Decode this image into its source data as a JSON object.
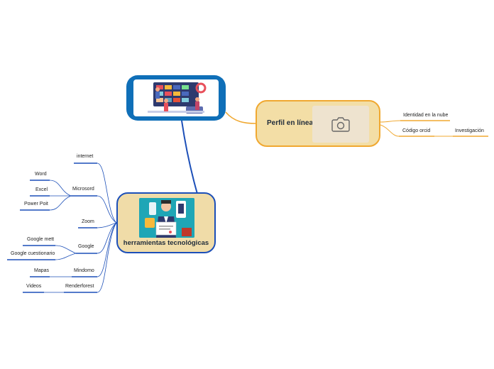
{
  "colors": {
    "root_fill": "#0f6fb8",
    "perfil_fill": "#f3dea6",
    "perfil_border": "#f0a830",
    "herr_fill": "#f0dca8",
    "herr_border": "#1c4fb8",
    "blue_line": "#1c4fb8",
    "orange_line": "#f0a830"
  },
  "perfil": {
    "label": "Perfil en línea",
    "icon": "camera-icon",
    "children": [
      "Identidad en la nube",
      "Código orcid"
    ],
    "grandchild": "Investigación"
  },
  "herramientas": {
    "label": "herramientas tecnológicas",
    "branches": [
      {
        "label": "internet",
        "children": []
      },
      {
        "label": "Microsord",
        "children": [
          "Word",
          "Excel",
          "Power Poit"
        ]
      },
      {
        "label": "Zoom",
        "children": []
      },
      {
        "label": "Google",
        "children": [
          "Google mett",
          "Google cuestionario"
        ]
      },
      {
        "label": "Mindomo",
        "children": [
          "Mapas"
        ]
      },
      {
        "label": "Renderforest",
        "children": [
          "Videos"
        ]
      }
    ]
  }
}
